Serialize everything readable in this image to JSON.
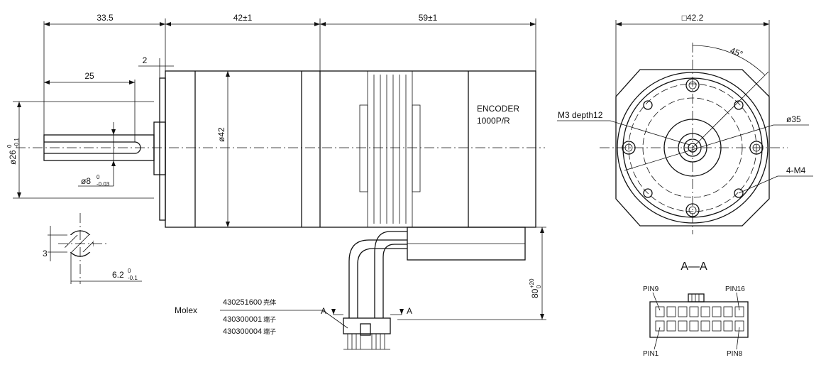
{
  "side_view": {
    "dim_shaft_total": "33.5",
    "dim_gearbox": "42±1",
    "dim_motor": "59±1",
    "dim_flat_len": "25",
    "dim_flange": "2",
    "dim_pilot_dia": "ø26",
    "dim_pilot_tol_up": "0",
    "dim_pilot_tol_low": "-0.1",
    "dim_body_dia": "ø42",
    "dim_shaft_dia": "ø8",
    "dim_shaft_tol_up": "0",
    "dim_shaft_tol_low": "-0.03",
    "encoder_title": "ENCODER",
    "encoder_res": "1000P/R",
    "dim_cable": "80",
    "dim_cable_tol_up": "+20",
    "dim_cable_tol_low": "0"
  },
  "shaft_section": {
    "dim_flat": "3",
    "dim_width": "6.2",
    "dim_width_tol_up": "0",
    "dim_width_tol_low": "-0.1"
  },
  "connector": {
    "brand": "Molex",
    "part_housing": "430251600",
    "part_housing_cn": "壳体",
    "part_terminal_1": "430300001",
    "part_terminal_1_cn": "端子",
    "part_terminal_2": "430300004",
    "part_terminal_2_cn": "端子",
    "section_mark": "A"
  },
  "front_view": {
    "dim_square": "□42.2",
    "dim_angle": "45°",
    "label_m3": "M3 depth12",
    "label_pcd": "ø35",
    "label_m4": "4-M4"
  },
  "section_view": {
    "title": "A—A",
    "pin9": "PIN9",
    "pin16": "PIN16",
    "pin1": "PIN1",
    "pin8": "PIN8"
  }
}
